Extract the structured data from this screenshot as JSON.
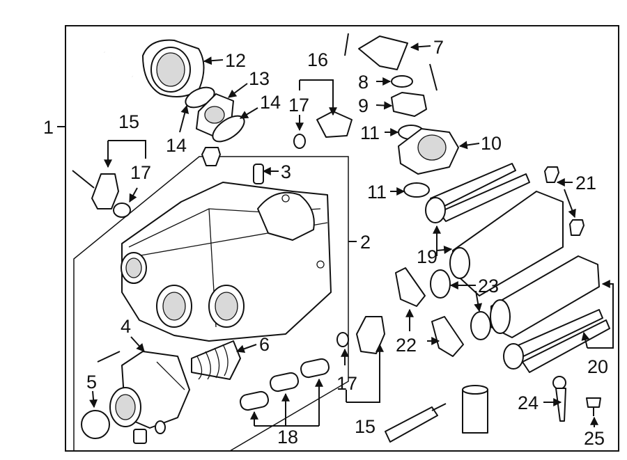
{
  "callouts": {
    "c1": "1",
    "c2": "2",
    "c3": "3",
    "c4": "4",
    "c5": "5",
    "c6": "6",
    "c7": "7",
    "c8": "8",
    "c9": "9",
    "c10": "10",
    "c11a": "11",
    "c11b": "11",
    "c12": "12",
    "c13": "13",
    "c14a": "14",
    "c14b": "14",
    "c15a": "15",
    "c15b": "15",
    "c16": "16",
    "c17a": "17",
    "c17b": "17",
    "c17c": "17",
    "c18": "18",
    "c19": "19",
    "c20": "20",
    "c21": "21",
    "c22": "22",
    "c23": "23",
    "c24": "24",
    "c25": "25"
  }
}
